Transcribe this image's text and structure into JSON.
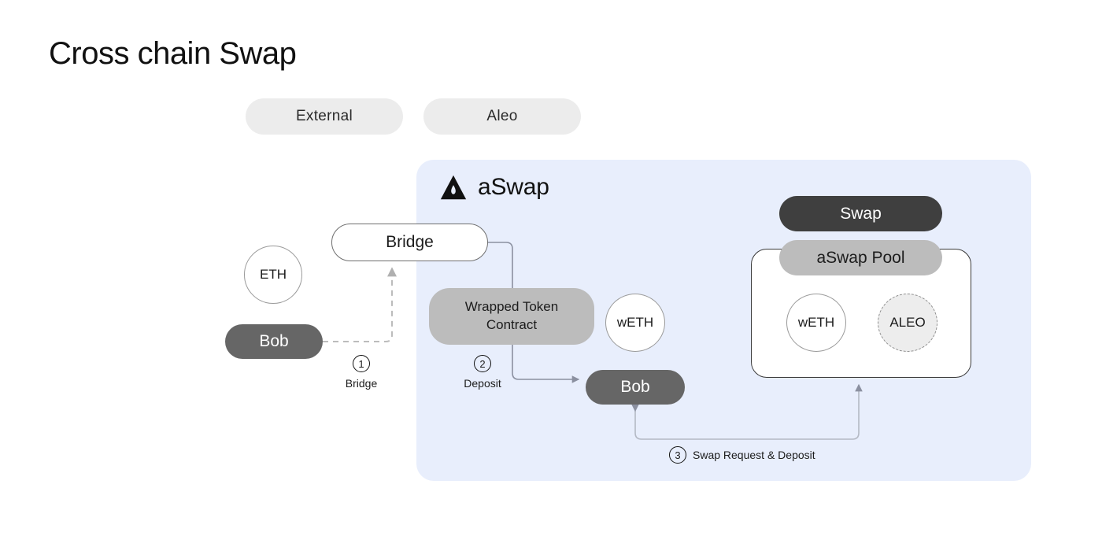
{
  "page": {
    "title": "Cross chain Swap"
  },
  "zones": [
    {
      "id": "external",
      "label": "External"
    },
    {
      "id": "aleo",
      "label": "Aleo"
    }
  ],
  "panel": {
    "brand_name": "aSwap",
    "logo_icon": "aswap-logo-icon",
    "background_color": "#e8eefc"
  },
  "nodes": {
    "eth": {
      "label": "ETH",
      "shape": "circle",
      "style": "white-outline"
    },
    "bob_external": {
      "label": "Bob",
      "shape": "pill",
      "style": "dark-gray",
      "color": "#666666"
    },
    "bridge": {
      "label": "Bridge",
      "shape": "pill",
      "style": "white-outline"
    },
    "wrapped_token_contract": {
      "label_line1": "Wrapped Token",
      "label_line2": "Contract",
      "shape": "rounded-box",
      "style": "gray",
      "color": "#bcbcbc"
    },
    "weth_middle": {
      "label": "wETH",
      "shape": "circle",
      "style": "white-outline"
    },
    "bob_aleo": {
      "label": "Bob",
      "shape": "pill",
      "style": "dark-gray",
      "color": "#666666"
    },
    "swap": {
      "label": "Swap",
      "shape": "pill",
      "style": "darker",
      "color": "#3f3f3f"
    },
    "pool_tag": {
      "label": "aSwap Pool",
      "shape": "pill",
      "style": "gray",
      "color": "#bcbcbc"
    },
    "weth_pool": {
      "label": "wETH",
      "shape": "circle",
      "style": "white-outline"
    },
    "aleo_pool": {
      "label": "ALEO",
      "shape": "circle",
      "style": "dashed-gray"
    }
  },
  "steps": [
    {
      "number": "1",
      "label": "Bridge"
    },
    {
      "number": "2",
      "label": "Deposit"
    },
    {
      "number": "3",
      "label": "Swap Request & Deposit"
    }
  ],
  "connectors": [
    {
      "id": "bob-to-bridge",
      "from": "bob_external",
      "to": "bridge",
      "style": "dashed",
      "arrow": "end"
    },
    {
      "id": "bridge-to-bob-aleo",
      "from": "bridge",
      "to": "bob_aleo",
      "style": "solid",
      "arrow": "end"
    },
    {
      "id": "bob-aleo-to-pool",
      "from": "bob_aleo",
      "to": "pool",
      "style": "solid",
      "arrow": "both"
    }
  ],
  "colors": {
    "panel_blue": "#e8eefc",
    "zone_pill_gray": "#ececec",
    "node_gray": "#bcbcbc",
    "node_dark_gray": "#666666",
    "node_darker": "#3f3f3f",
    "wire_gray": "#9aa0ad",
    "dashed_gray": "#b9b9b9"
  }
}
